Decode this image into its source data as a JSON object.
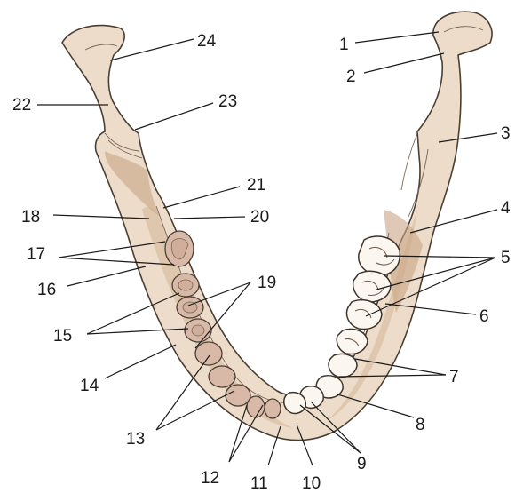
{
  "labels": [
    "1",
    "2",
    "3",
    "4",
    "5",
    "6",
    "7",
    "8",
    "9",
    "10",
    "11",
    "12",
    "13",
    "14",
    "15",
    "16",
    "17",
    "18",
    "19",
    "20",
    "21",
    "22",
    "23",
    "24"
  ],
  "colors": {
    "bone": "#ecdcc9",
    "bone_shadow": "#dcc2a6",
    "socket": "#d8b8a6",
    "tooth": "#fbf7f0",
    "ink": "#1b1b1b"
  }
}
